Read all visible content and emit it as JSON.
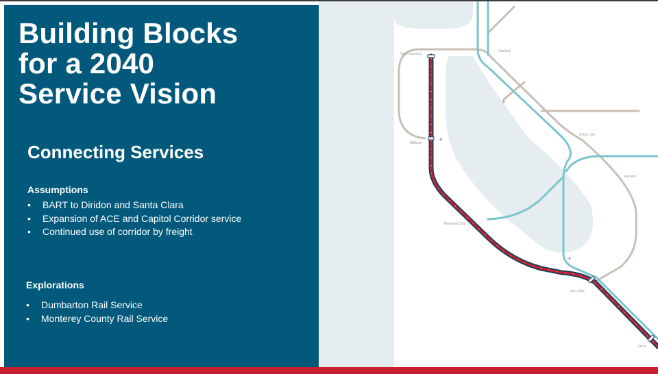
{
  "slide": {
    "title": "Building Blocks\nfor a 2040\nService Vision",
    "subtitle": "Connecting Services",
    "assumptions": {
      "heading": "Assumptions",
      "items": [
        "BART to Diridon and Santa Clara",
        "Expansion of ACE and Capitol Corridor service",
        "Continued use of corridor by freight"
      ]
    },
    "explorations": {
      "heading": "Explorations",
      "items": [
        "Dumbarton Rail Service",
        "Monterey County Rail Service"
      ]
    },
    "bullet_glyph": "•"
  },
  "map": {
    "labels": {
      "san_francisco": "San Francisco",
      "oakland": "Oakland",
      "millbrae": "Millbrae",
      "union_city": "Union City",
      "fremont": "Fremont",
      "redwood_city": "Redwood City",
      "san_jose": "San Jose",
      "gilroy": "Gilroy"
    },
    "colors": {
      "water": "#e5edf1",
      "rail_gray": "#c9bfb6",
      "rail_teal": "#7cc4cc",
      "caltrain_navy": "#1d3f5e",
      "caltrain_red": "#c8202f"
    }
  },
  "colors": {
    "panel_blue": "#03597b",
    "accent_red": "#c8202f"
  }
}
